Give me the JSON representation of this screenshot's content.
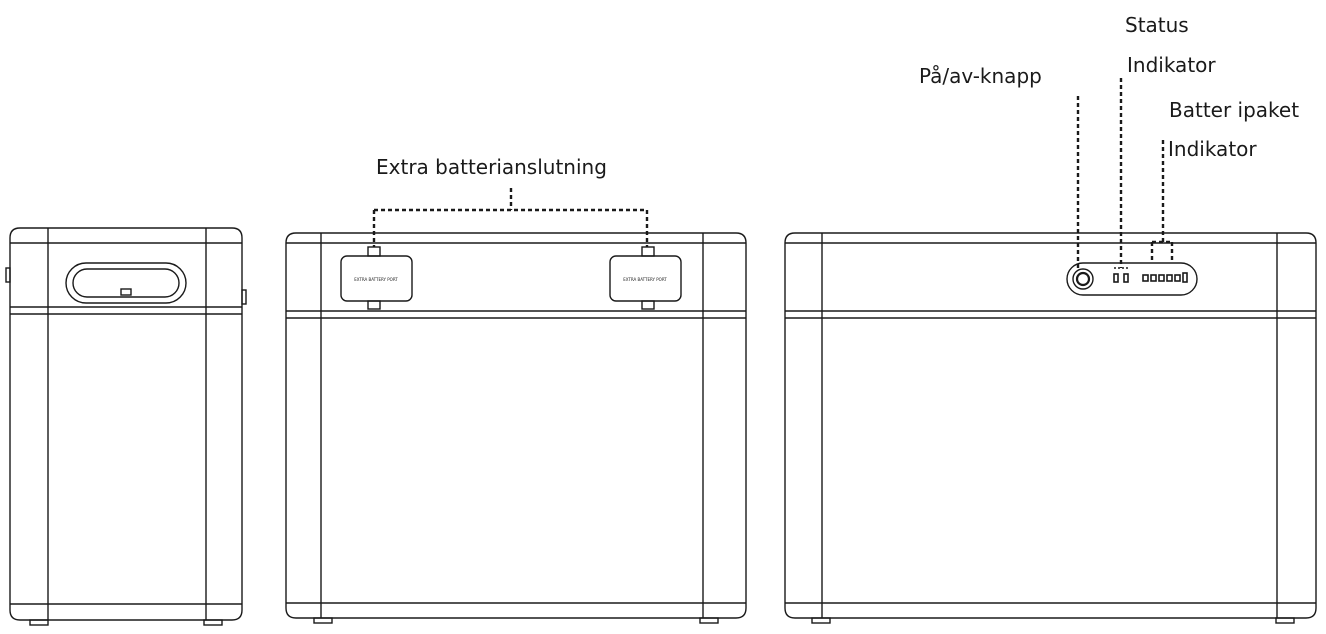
{
  "labels": {
    "extra_battery_connection": "Extra batterianslutning",
    "power_button": "På/av-knapp",
    "status_line1": "Status",
    "status_line2": "Indikator",
    "battery_pack_line1": "Batter ipaket",
    "battery_pack_line2": "Indikator"
  },
  "port_caption": "EXTRA BATTERY PORT",
  "colors": {
    "line": "#1a1a1a",
    "background": "#ffffff"
  }
}
